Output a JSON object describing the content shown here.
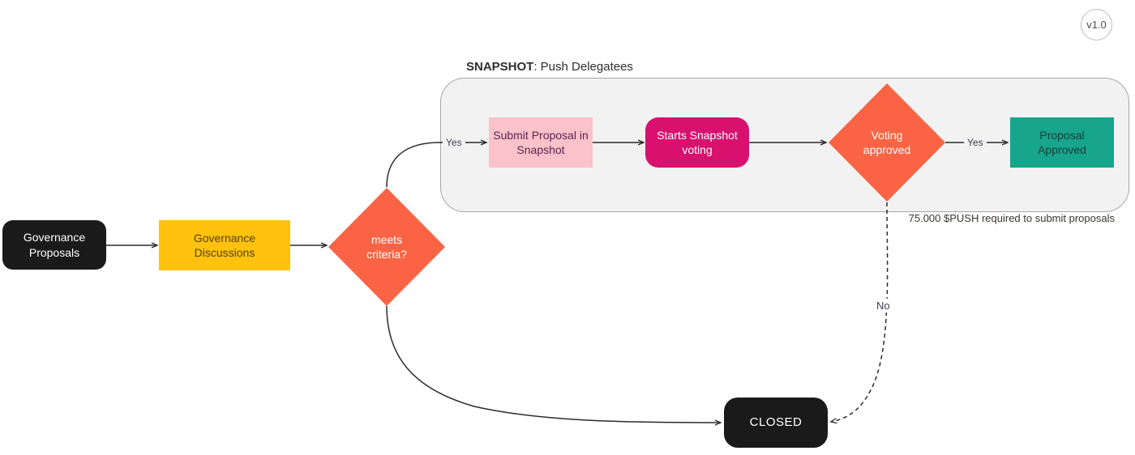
{
  "badge": {
    "version": "v1.0"
  },
  "snapshot_group": {
    "title_bold": "SNAPSHOT",
    "title_rest": ": Push Delegatees",
    "footnote": "75.000 $PUSH required to submit proposals"
  },
  "nodes": {
    "governance_proposals": "Governance Proposals",
    "governance_discussions": "Governance Discussions",
    "meets_criteria": "meets criteria?",
    "submit_proposal": "Submit Proposal in Snapshot",
    "starts_voting": "Starts Snapshot voting",
    "voting_approved": "Voting approved",
    "proposal_approved": "Proposal Approved",
    "closed": "CLOSED"
  },
  "edge_labels": {
    "criteria_yes": "Yes",
    "voting_yes": "Yes",
    "voting_no": "No"
  },
  "colors": {
    "black_node": "#1a1a1a",
    "yellow_node": "#fec20f",
    "orange_diamond": "#fa6444",
    "pink_node": "#fbc2c9",
    "magenta_node": "#d8116e",
    "teal_node": "#17a58b",
    "group_fill": "#f2f2f2",
    "group_border": "#a6a6a6",
    "edge": "#2b2b2b"
  }
}
